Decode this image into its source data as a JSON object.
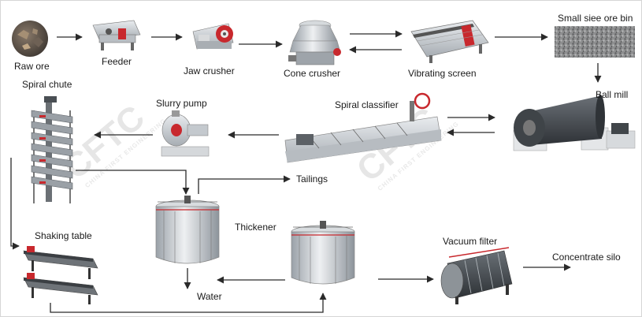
{
  "labels": {
    "raw_ore": "Raw ore",
    "feeder": "Feeder",
    "jaw_crusher": "Jaw crusher",
    "cone_crusher": "Cone crusher",
    "vibrating_screen": "Vibrating screen",
    "ore_bin": "Small siee ore bin",
    "ball_mill": "Ball mill",
    "spiral_classifier": "Spiral classifier",
    "slurry_pump": "Slurry pump",
    "spiral_chute": "Spiral chute",
    "tailings": "Tailings",
    "thickener": "Thickener",
    "shaking_table": "Shaking table",
    "water": "Water",
    "vacuum_filter": "Vacuum filter",
    "concentrate_silo": "Concentrate silo"
  },
  "watermark": {
    "logo_text": "CFTC",
    "sub_text": "CHINA FIRST ENGINEERING"
  },
  "colors": {
    "arrow": "#2a2a2a",
    "machine_steel": "#c9ced3",
    "machine_dark": "#5c6166",
    "accent_red": "#c8282d",
    "watermark": "#e6e6e6"
  }
}
